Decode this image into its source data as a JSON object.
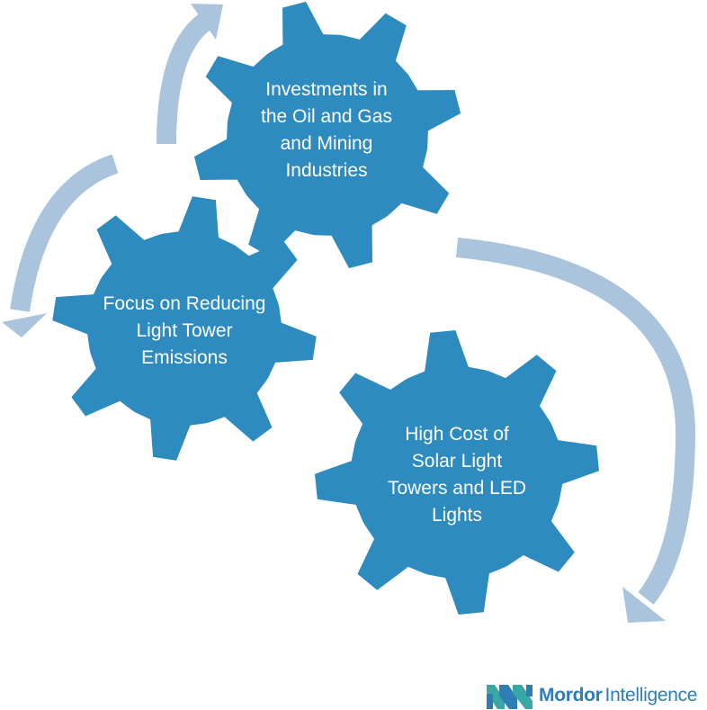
{
  "diagram": {
    "gears": [
      {
        "id": "top",
        "label_lines": [
          "Investments in",
          "the Oil and Gas",
          "and Mining",
          "Industries"
        ]
      },
      {
        "id": "left",
        "label_lines": [
          "Focus on Reducing",
          "Light Tower",
          "Emissions"
        ]
      },
      {
        "id": "bottom",
        "label_lines": [
          "High Cost of",
          "Solar Light",
          "Towers and LED",
          "Lights"
        ]
      }
    ]
  },
  "colors": {
    "gear": "#2e8bbf",
    "arrow": "#a9c4dc",
    "logo_teal": "#3aa7a7",
    "logo_blue": "#2e7db5"
  },
  "logo": {
    "part1": "Mordor",
    "part2": "Intelligence",
    "icon": "mordor-intelligence-logo-icon"
  }
}
